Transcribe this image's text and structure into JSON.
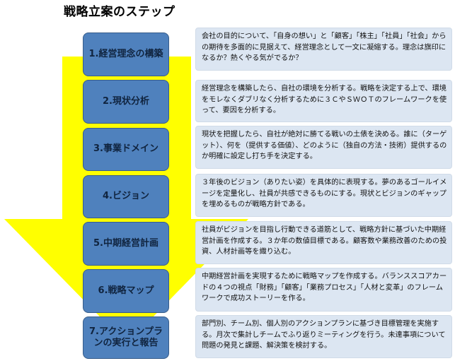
{
  "title": "戦略立案のステップ",
  "steps": [
    {
      "label": "1.経営理念の構築",
      "description": "会社の目的について、「自身の想い」と「顧客」「株主」「社員」「社会」からの期待を多面的に見据えて、経営理念として一文に凝縮する。理念は旗印になるか？熱くやる気がでるか？"
    },
    {
      "label": "2.現状分析",
      "description": "経営理念を構築したら、自社の環境を分析する。戦略を決定する上で、環境をモレなくダブリなく分析するために３ＣやＳＷＯＴのフレームワークを使って、要因を分析する。"
    },
    {
      "label": "3.事業ドメイン",
      "description": "現状を把握したら、自社が絶対に勝てる戦いの土俵を決める。誰に（ターゲット）、何を（提供する価値）、どのように（独自の方法・技術）提供するのか明確に設定し打ち手を決定する。"
    },
    {
      "label": "4.ビジョン",
      "description": "３年後のビジョン（ありたい姿）を具体的に表現する。夢のあるゴールイメージを定量化し、社員が共感できるものにする。現状とビジョンのギャップを埋めるものが戦略方針である。"
    },
    {
      "label": "5.中期経営計画",
      "description": "社員がビジョンを目指し行動できる道筋として、戦略方針に基づいた中期経営計画を作成する。３か年の数値目標である。顧客数や業務改善のための投資、人材計画等を織り込む。"
    },
    {
      "label": "6.戦略マップ",
      "description": "中期経営計画を実現するために戦略マップを作成する。バランススコアカードの４つの視点「財務」「顧客」「業務プロセス」「人材と変革」のフレームワークで成功ストーリーを作る。"
    },
    {
      "label": "7.アクションプランの実行と報告",
      "description": "部門別、チーム別、個人別のアクションプランに基づき目標管理を実施する。月次で集計しチームでふり返りミーティングを行う。未達事項について問題の発見と課題、解決策を検討する。"
    }
  ],
  "colors": {
    "arrow": "#ffff00",
    "step_box": "#4f81bd",
    "step_text": "#10243f",
    "desc_box": "#dce6f2"
  }
}
